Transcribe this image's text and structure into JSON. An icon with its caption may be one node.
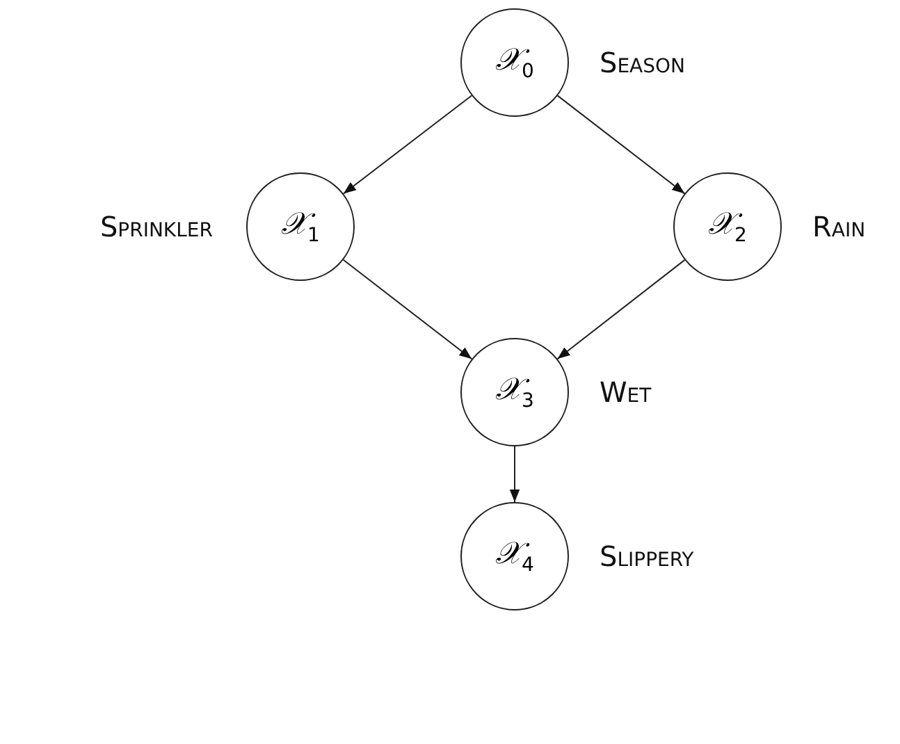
{
  "diagram": {
    "nodes": [
      {
        "text": [
          "𝒳$_{0}$"
        ],
        "beside": [
          "Season"
        ]
      },
      {
        "text": [
          "𝒳$_{1}$"
        ],
        "beside": [
          "Sprinkler"
        ]
      },
      {
        "text": [
          "𝒳$_{2}$"
        ],
        "beside": [
          "Rain"
        ]
      },
      {
        "text": [
          "𝒳$_{3}$"
        ],
        "beside": [
          "Wet"
        ]
      },
      {
        "text": [
          "𝒳$_{4}$"
        ],
        "beside": [
          "Slippery"
        ]
      }
    ],
    "edges": [
      {
        "from": 0,
        "to": 1,
        "arrow": "to"
      },
      {
        "from": 0,
        "to": 2,
        "arrow": "to"
      },
      {
        "from": 1,
        "to": 3,
        "arrow": "to"
      },
      {
        "from": 2,
        "to": 3,
        "arrow": "to"
      },
      {
        "from": 3,
        "to": 4,
        "arrow": "to"
      }
    ]
  }
}
